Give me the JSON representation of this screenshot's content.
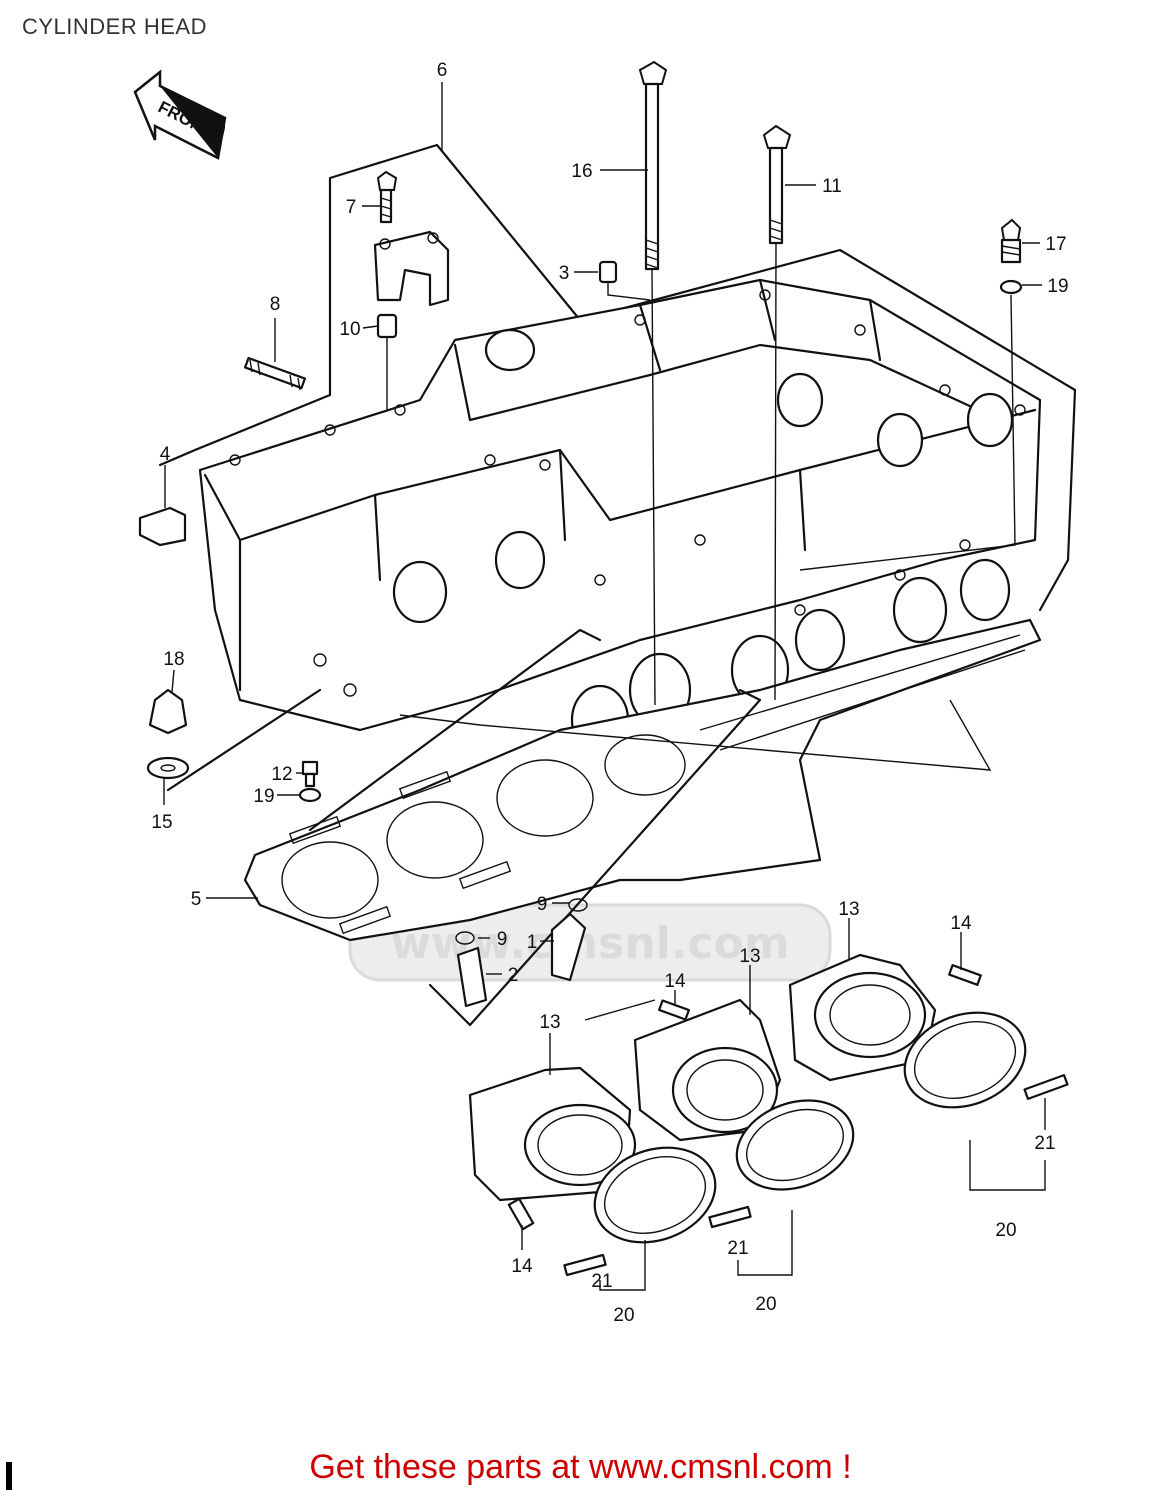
{
  "title": "CYLINDER HEAD",
  "front_label": "FRONT",
  "watermark": "www.cmsnl.com",
  "footer_text": "Get these parts at www.cmsnl.com !",
  "callouts": [
    {
      "id": "c6",
      "label": "6"
    },
    {
      "id": "c16",
      "label": "16"
    },
    {
      "id": "c11",
      "label": "11"
    },
    {
      "id": "c7",
      "label": "7"
    },
    {
      "id": "c17",
      "label": "17"
    },
    {
      "id": "c19a",
      "label": "19"
    },
    {
      "id": "c3",
      "label": "3"
    },
    {
      "id": "c8",
      "label": "8"
    },
    {
      "id": "c10",
      "label": "10"
    },
    {
      "id": "c4",
      "label": "4"
    },
    {
      "id": "c18",
      "label": "18"
    },
    {
      "id": "c12",
      "label": "12"
    },
    {
      "id": "c19b",
      "label": "19"
    },
    {
      "id": "c15",
      "label": "15"
    },
    {
      "id": "c5",
      "label": "5"
    },
    {
      "id": "c9a",
      "label": "9"
    },
    {
      "id": "c9b",
      "label": "9"
    },
    {
      "id": "c1",
      "label": "1"
    },
    {
      "id": "c2",
      "label": "2"
    },
    {
      "id": "c13a",
      "label": "13"
    },
    {
      "id": "c14a",
      "label": "14"
    },
    {
      "id": "c13b",
      "label": "13"
    },
    {
      "id": "c14b",
      "label": "14"
    },
    {
      "id": "c13c",
      "label": "13"
    },
    {
      "id": "c21a",
      "label": "21"
    },
    {
      "id": "c20a",
      "label": "20"
    },
    {
      "id": "c14c",
      "label": "14"
    },
    {
      "id": "c21b",
      "label": "21"
    },
    {
      "id": "c20b",
      "label": "20"
    },
    {
      "id": "c21c",
      "label": "21"
    },
    {
      "id": "c20c",
      "label": "20"
    }
  ]
}
